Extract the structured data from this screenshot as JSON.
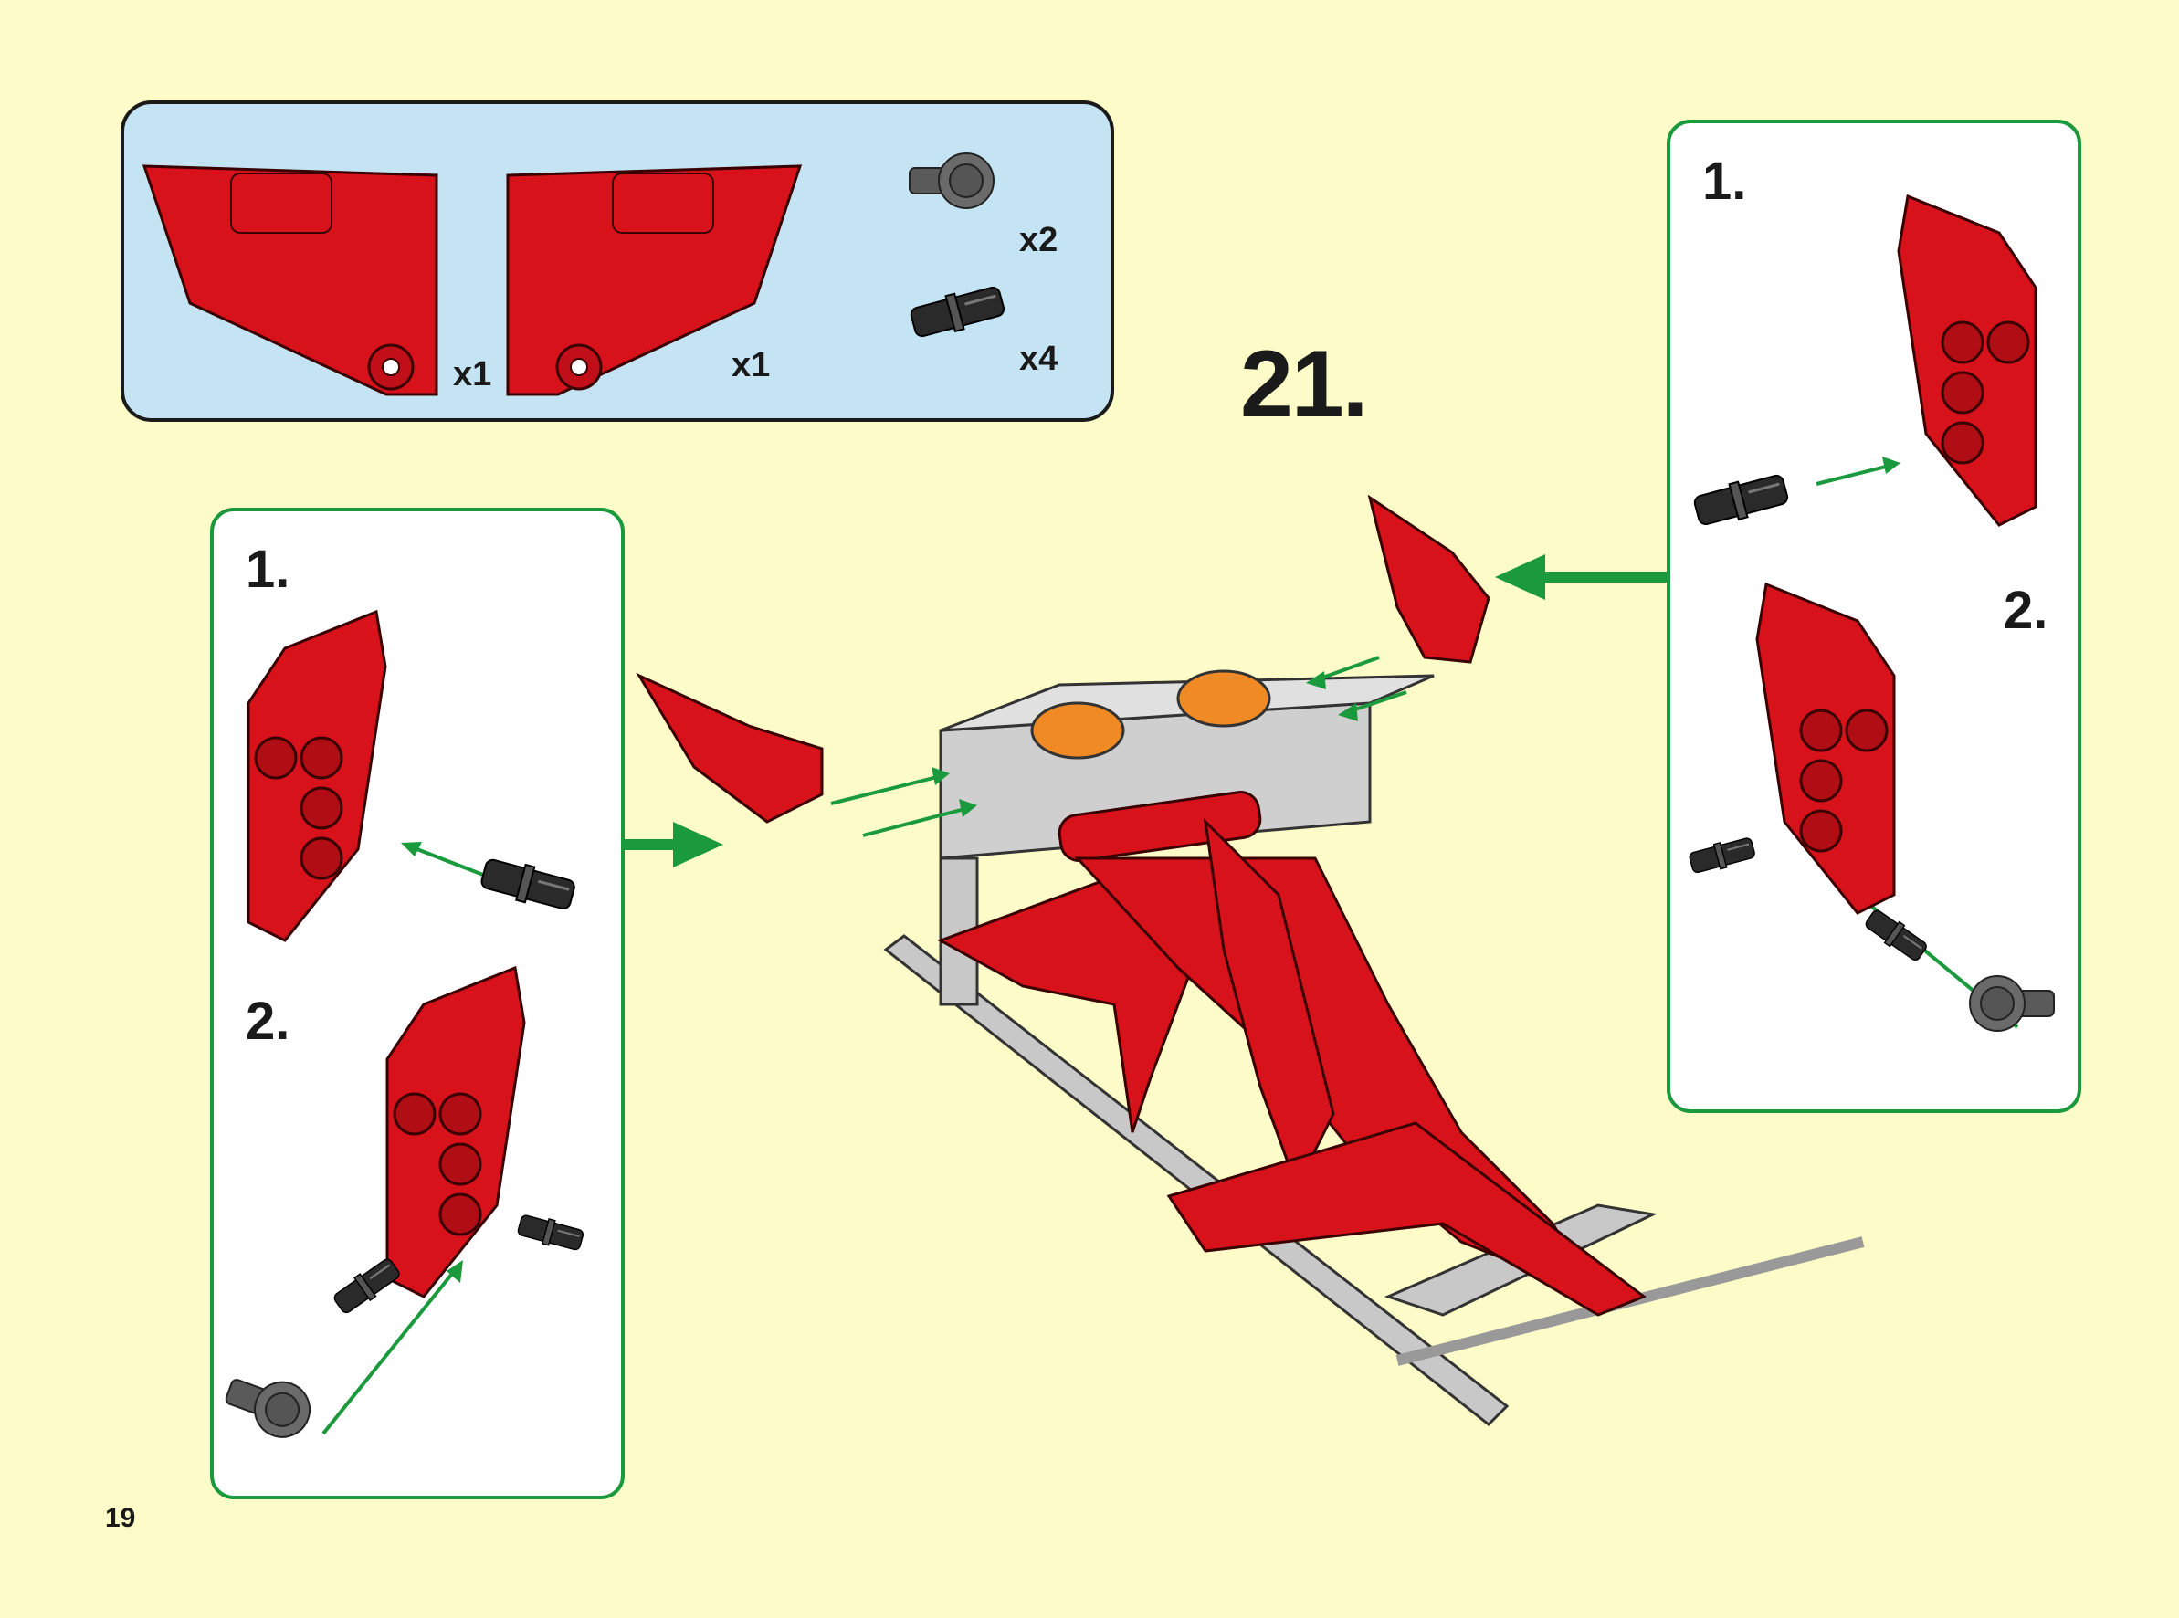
{
  "step": {
    "number": "21."
  },
  "parts_list": {
    "items": [
      {
        "name": "red-panel-left",
        "qty": "x1"
      },
      {
        "name": "red-panel-right",
        "qty": "x1"
      },
      {
        "name": "dark-gray-pin-connector",
        "qty": "x2"
      },
      {
        "name": "black-friction-pin",
        "qty": "x4"
      }
    ]
  },
  "callout_left": {
    "substeps": [
      "1.",
      "2."
    ]
  },
  "callout_right": {
    "substeps": [
      "1.",
      "2."
    ]
  },
  "page": {
    "number": "19"
  },
  "colors": {
    "background": "#fdfcc8",
    "parts_box": "#c4e3f3",
    "callout_border": "#1a9a3c",
    "arrow": "#1a9a3c",
    "part_red": "#d8121a",
    "pin_black": "#2a2a2a",
    "beam_gray": "#c8c8c8"
  }
}
